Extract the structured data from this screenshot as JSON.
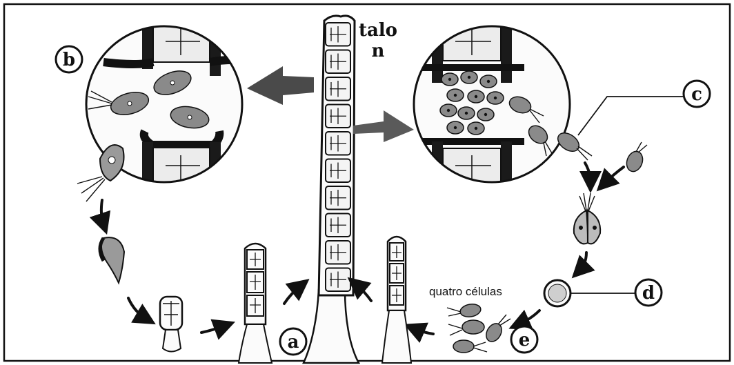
{
  "labels": {
    "a": "a",
    "b": "b",
    "c": "c",
    "d": "d",
    "e": "e"
  },
  "thallus": {
    "name": "talo",
    "ploidy": "n"
  },
  "caption_four_cells": "quatro células",
  "colors": {
    "ink": "#111111",
    "background": "#ffffff",
    "big_arrow": "#4a4a4a",
    "cell_fill": "#8a8a8a"
  }
}
